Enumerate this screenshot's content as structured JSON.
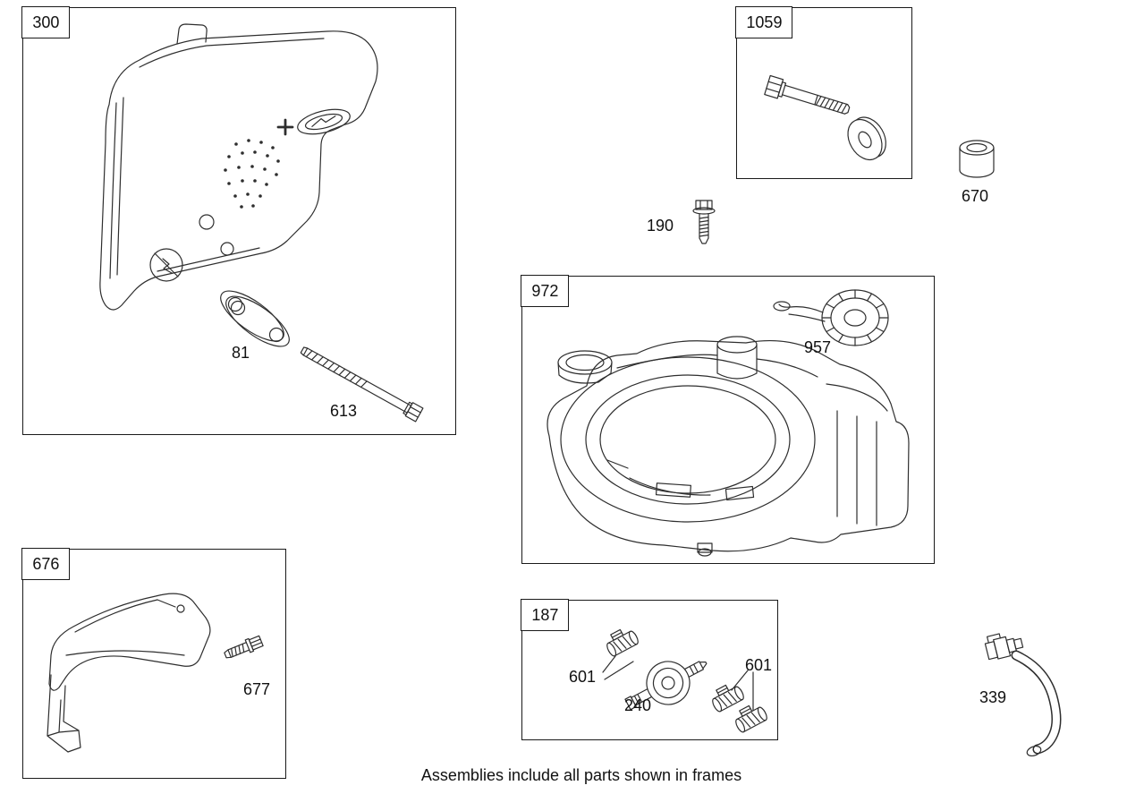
{
  "page": {
    "background": "#ffffff",
    "line_color": "#2e2e2e",
    "footer_note": "Assemblies include all parts shown in frames"
  },
  "frames": {
    "muffler": {
      "label": "300",
      "parts": {
        "gasket": "81",
        "screw": "613"
      }
    },
    "plug_screw": {
      "label": "1059"
    },
    "housing": {
      "label": "972",
      "parts": {
        "fuel_cap": "957"
      }
    },
    "cover": {
      "label": "676",
      "parts": {
        "screw": "677"
      }
    },
    "fuel_filter": {
      "label": "187",
      "parts": {
        "clamp_left": "601",
        "filter": "240",
        "clamp_right": "601"
      }
    }
  },
  "loose_parts": {
    "spacer": "670",
    "screw": "190",
    "fuel_line": "339"
  }
}
